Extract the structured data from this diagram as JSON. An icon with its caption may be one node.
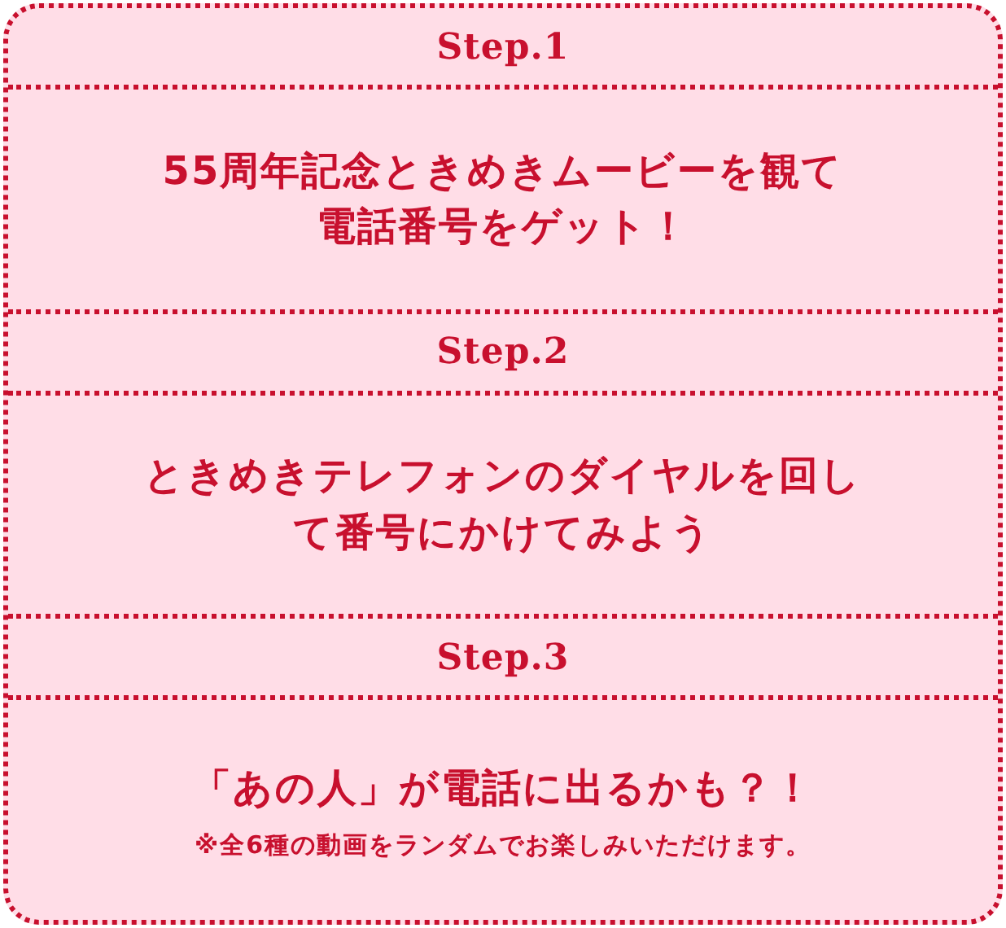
{
  "diagram": {
    "nodes": [
      {
        "text": [],
        "shape": "box"
      },
      {
        "text": [
          "Step.1",
          "55周年記念ときめきムービーを観て電話番号をゲット！"
        ],
        "in": 0
      },
      {
        "text": [
          "Step.2",
          "ときめきテレフォンのダイヤルを回して番号にかけてみよう"
        ],
        "in": 0
      },
      {
        "text": [
          "Step.3",
          "「あの人」が電話に出るかも？！",
          "※全6種の動画をランダムでお楽しみいただけます。"
        ],
        "in": 0
      }
    ]
  }
}
